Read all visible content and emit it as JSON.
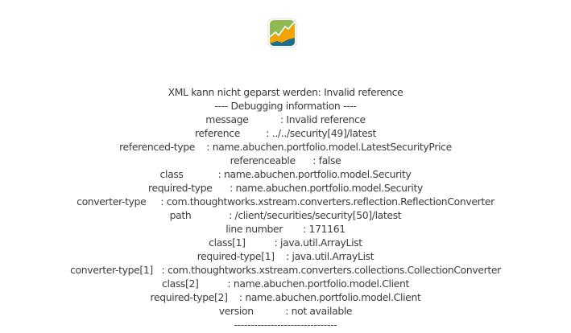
{
  "logo_icon": "portfolio-performance-logo",
  "error": {
    "title": "XML kann nicht geparst werden: Invalid reference",
    "lines": [
      "---- Debugging information ----",
      "message           : Invalid reference",
      "reference         : ../../security[49]/latest",
      "referenced-type    : name.abuchen.portfolio.model.LatestSecurityPrice",
      "referenceable      : false",
      "class            : name.abuchen.portfolio.model.Security",
      "required-type      : name.abuchen.portfolio.model.Security",
      "converter-type     : com.thoughtworks.xstream.converters.reflection.ReflectionConverter",
      "path             : /client/securities/security[50]/latest",
      "line number       : 171161",
      "class[1]          : java.util.ArrayList",
      "required-type[1]    : java.util.ArrayList",
      "converter-type[1]   : com.thoughtworks.xstream.converters.collections.CollectionConverter",
      "class[2]          : name.abuchen.portfolio.model.Client",
      "required-type[2]    : name.abuchen.portfolio.model.Client",
      "version           : not available",
      "-------------------------------"
    ]
  }
}
